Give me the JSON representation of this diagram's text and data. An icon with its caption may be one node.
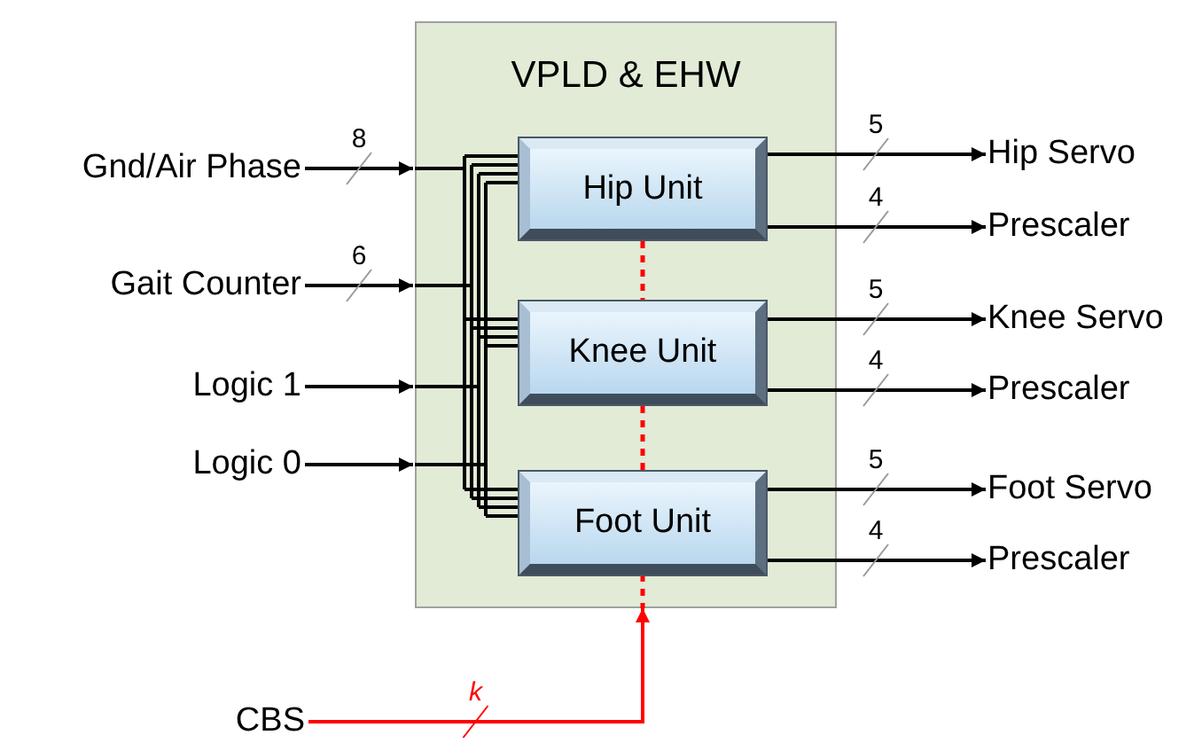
{
  "diagram": {
    "nodes": [
      {
        "text": [
          "VPLD & EHW"
        ]
      },
      {
        "text": [
          "Hip Unit"
        ],
        "in": 0
      },
      {
        "text": [
          "Knee Unit"
        ],
        "in": 0
      },
      {
        "text": [
          "Foot Unit"
        ],
        "in": 0
      },
      {
        "text": [
          "Gnd/Air Phase"
        ]
      },
      {
        "text": [
          "Gait Counter"
        ]
      },
      {
        "text": [
          "Logic 1"
        ]
      },
      {
        "text": [
          "Logic 0"
        ]
      },
      {
        "text": [
          "Hip Servo"
        ]
      },
      {
        "text": [
          "Prescaler"
        ]
      },
      {
        "text": [
          "Knee Servo"
        ]
      },
      {
        "text": [
          "Prescaler"
        ]
      },
      {
        "text": [
          "Foot Servo"
        ]
      },
      {
        "text": [
          "Prescaler"
        ]
      },
      {
        "text": [
          "CBS"
        ]
      }
    ],
    "edges": [
      {
        "from": 4,
        "to": 0,
        "arrow": "to",
        "label": "8"
      },
      {
        "from": 5,
        "to": 0,
        "arrow": "to",
        "label": "6"
      },
      {
        "from": 6,
        "to": 0,
        "arrow": "to"
      },
      {
        "from": 7,
        "to": 0,
        "arrow": "to"
      },
      {
        "from": 1,
        "to": 8,
        "arrow": "to",
        "label": "5"
      },
      {
        "from": 1,
        "to": 9,
        "arrow": "to",
        "label": "4"
      },
      {
        "from": 2,
        "to": 10,
        "arrow": "to",
        "label": "5"
      },
      {
        "from": 2,
        "to": 11,
        "arrow": "to",
        "label": "4"
      },
      {
        "from": 3,
        "to": 12,
        "arrow": "to",
        "label": "5"
      },
      {
        "from": 3,
        "to": 13,
        "arrow": "to",
        "label": "4"
      },
      {
        "from": 1,
        "to": 2,
        "arrow": "none",
        "style": "dashed",
        "color": "#ff0000"
      },
      {
        "from": 2,
        "to": 3,
        "arrow": "none",
        "style": "dashed",
        "color": "#ff0000"
      },
      {
        "from": 3,
        "to": 0,
        "arrow": "none",
        "style": "dashed",
        "color": "#ff0000"
      },
      {
        "from": 14,
        "to": 0,
        "arrow": "to",
        "label": "*k*",
        "color": "#ff0000"
      }
    ]
  }
}
